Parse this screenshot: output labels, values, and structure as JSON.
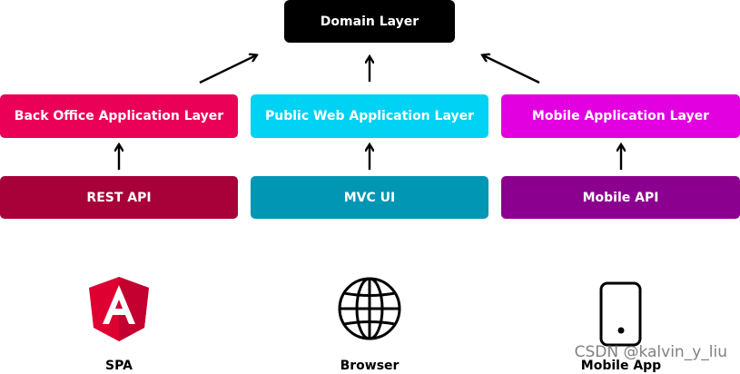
{
  "domain_layer": {
    "label": "Domain Layer",
    "color": "#000000"
  },
  "layers": [
    {
      "label": "Back Office Application Layer",
      "color": "#ea0056"
    },
    {
      "label": "Public Web Application Layer",
      "color": "#00d2f4"
    },
    {
      "label": "Mobile Application Layer",
      "color": "#e200e0"
    }
  ],
  "apis": [
    {
      "label": "REST API",
      "color": "#a80038"
    },
    {
      "label": "MVC UI",
      "color": "#0096b4"
    },
    {
      "label": "Mobile API",
      "color": "#8c0090"
    }
  ],
  "clients": [
    {
      "label": "SPA",
      "icon": "angular-icon",
      "color": "#dd0031"
    },
    {
      "label": "Browser",
      "icon": "globe-icon"
    },
    {
      "label": "Mobile App",
      "icon": "smartphone-icon"
    }
  ],
  "watermark": "CSDN @kalvin_y_liu"
}
